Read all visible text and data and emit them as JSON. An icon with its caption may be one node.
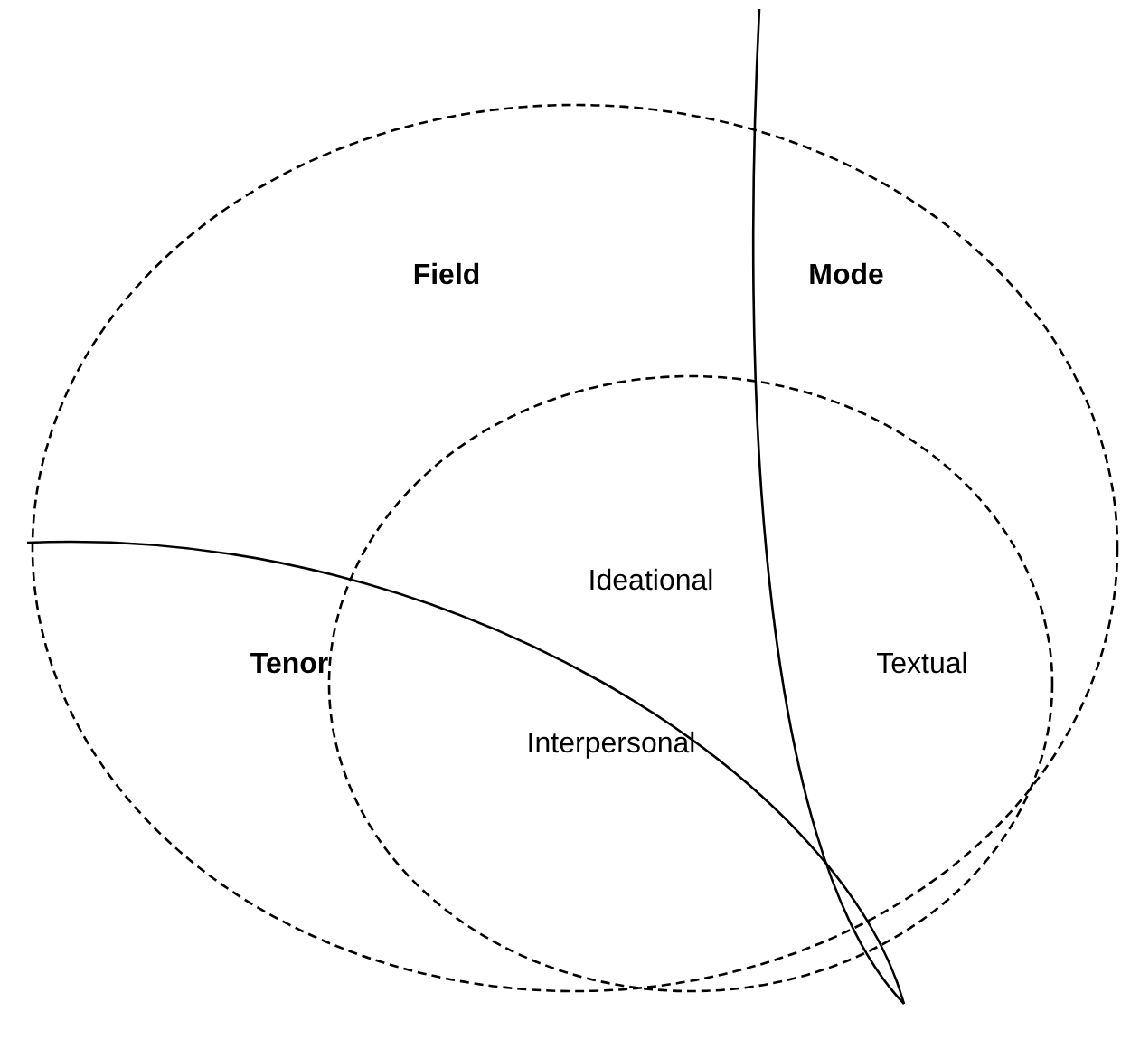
{
  "diagram": {
    "nodes": [
      {
        "text": [
          "Field",
          "Mode",
          "Tenor"
        ]
      },
      {
        "text": [
          "Ideational",
          "Textual",
          "Interpersonal"
        ],
        "in": 0
      }
    ]
  }
}
